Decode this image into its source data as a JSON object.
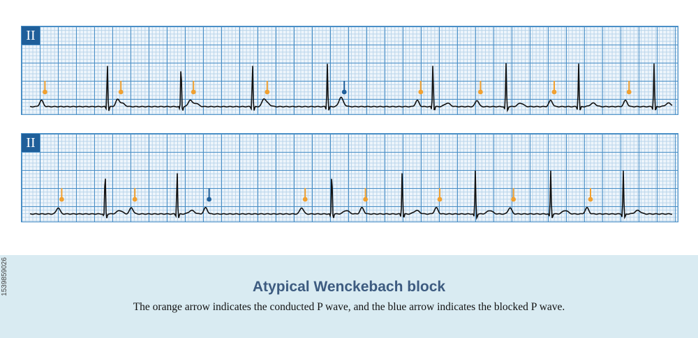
{
  "colors": {
    "conducted_arrow": "#f0a030",
    "blocked_arrow": "#1f5f9a",
    "ecg_trace": "#111111",
    "grid_major": "#4a8fc6",
    "caption_bg": "#d9ebf2",
    "title": "#3d5b80"
  },
  "strips": [
    {
      "lead": "II",
      "qrs_times_ms": [
        1360,
        2680,
        3960,
        5300,
        7190,
        8500,
        9800,
        11150
      ],
      "p_waves": [
        {
          "time_ms": 180,
          "type": "conducted"
        },
        {
          "time_ms": 1540,
          "type": "conducted"
        },
        {
          "time_ms": 2840,
          "type": "conducted"
        },
        {
          "time_ms": 4160,
          "type": "conducted"
        },
        {
          "time_ms": 5540,
          "type": "blocked"
        },
        {
          "time_ms": 6910,
          "type": "conducted"
        },
        {
          "time_ms": 7980,
          "type": "conducted"
        },
        {
          "time_ms": 9300,
          "type": "conducted"
        },
        {
          "time_ms": 10640,
          "type": "conducted"
        }
      ]
    },
    {
      "lead": "II",
      "qrs_times_ms": [
        1320,
        2610,
        5380,
        6640,
        7950,
        9300,
        10600
      ],
      "p_waves": [
        {
          "time_ms": 480,
          "type": "conducted"
        },
        {
          "time_ms": 1790,
          "type": "conducted"
        },
        {
          "time_ms": 3120,
          "type": "blocked"
        },
        {
          "time_ms": 4840,
          "type": "conducted"
        },
        {
          "time_ms": 5920,
          "type": "conducted"
        },
        {
          "time_ms": 7250,
          "type": "conducted"
        },
        {
          "time_ms": 8570,
          "type": "conducted"
        },
        {
          "time_ms": 9950,
          "type": "conducted"
        }
      ]
    }
  ],
  "caption": {
    "title": "Atypical Wenckebach block",
    "subtitle": "The orange arrow indicates the conducted P wave, and the blue arrow indicates the blocked P wave."
  },
  "side_text": "1539859026"
}
